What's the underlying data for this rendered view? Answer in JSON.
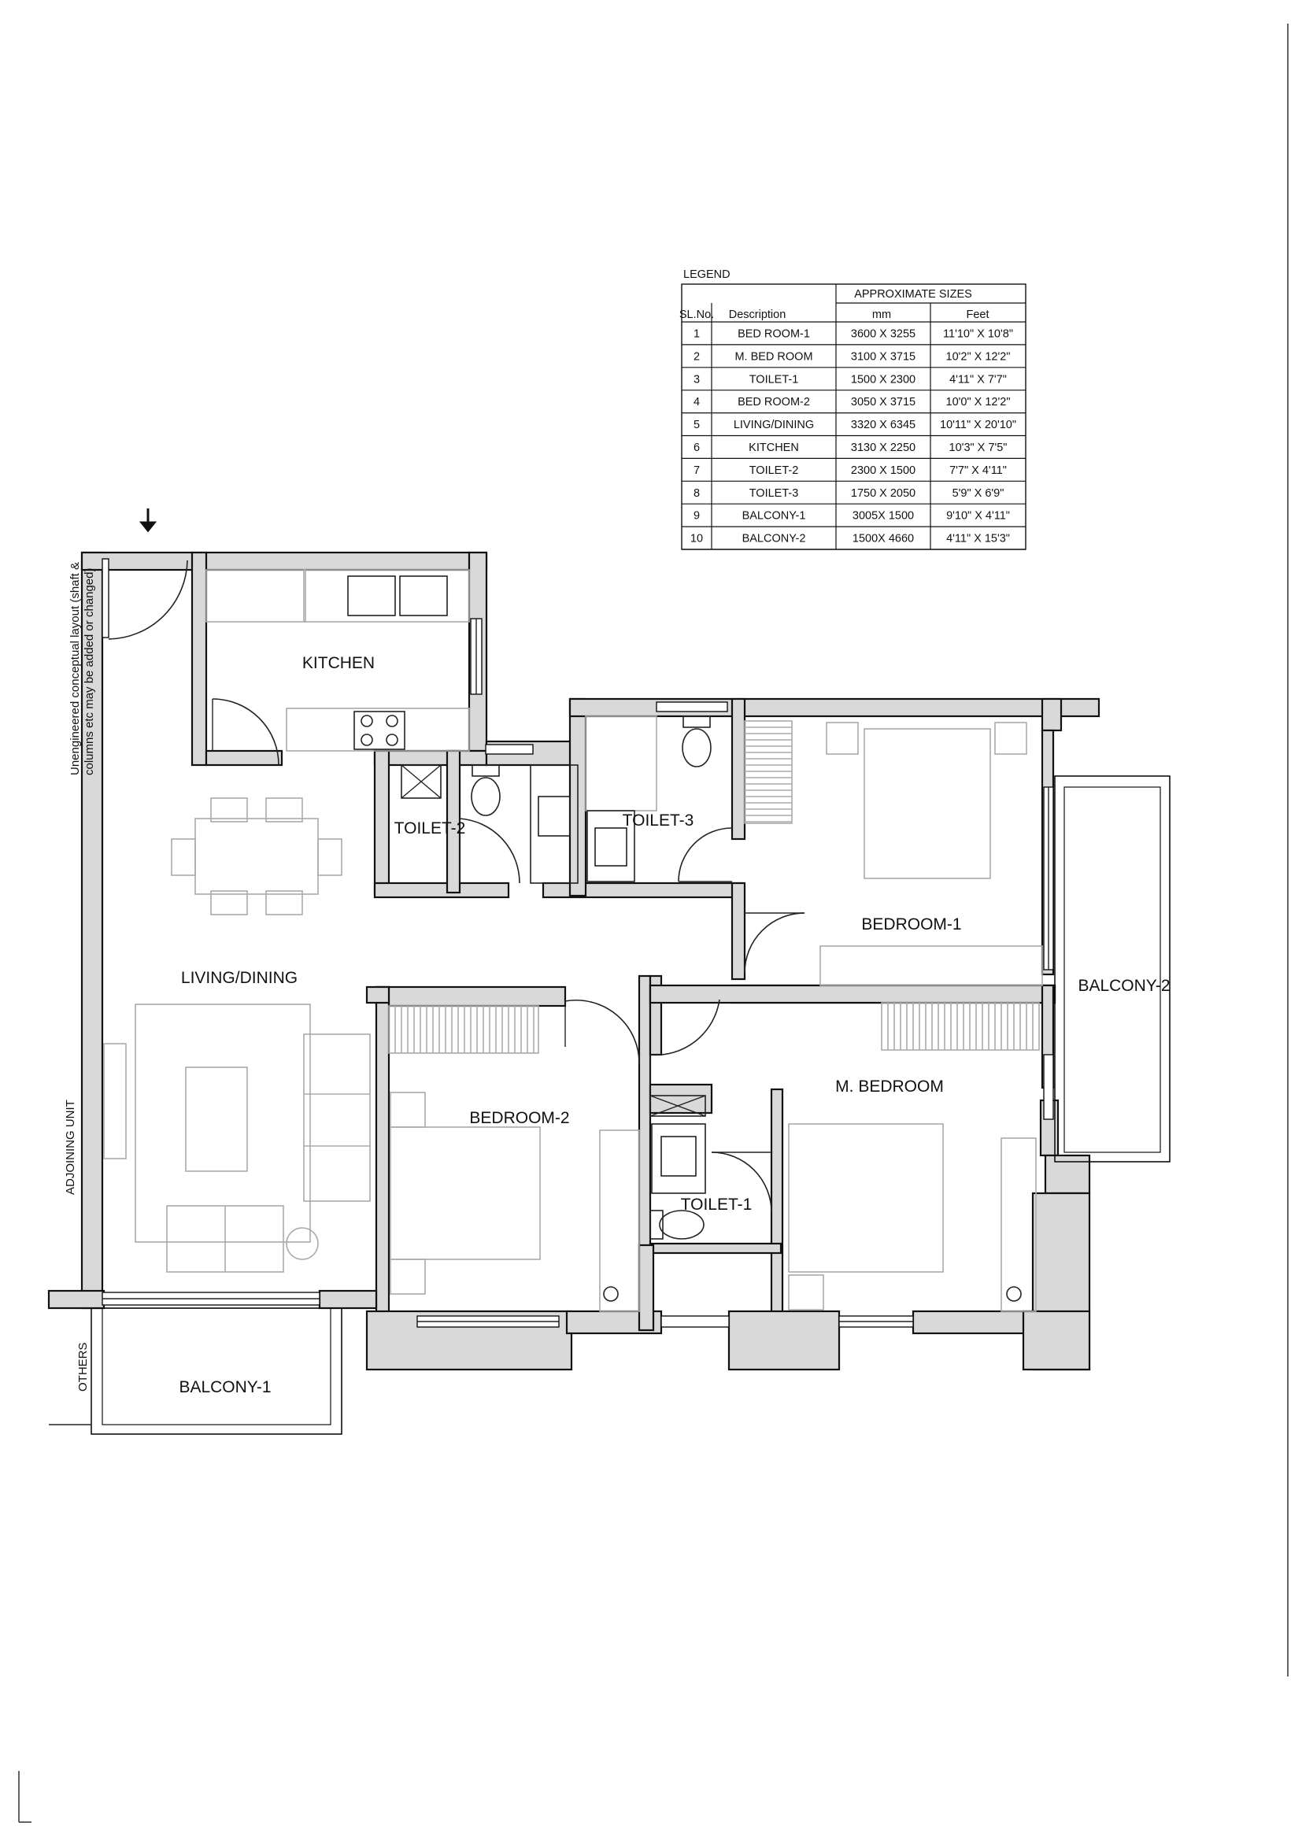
{
  "legend": {
    "title": "LEGEND",
    "header_group": "APPROXIMATE SIZES",
    "columns": [
      "SL.No.",
      "Description",
      "mm",
      "Feet"
    ],
    "rows": [
      {
        "sl": "1",
        "desc": "BED ROOM-1",
        "mm": "3600 X 3255",
        "ft": "11'10\" X 10'8\""
      },
      {
        "sl": "2",
        "desc": "M. BED ROOM",
        "mm": "3100 X 3715",
        "ft": "10'2\" X 12'2\""
      },
      {
        "sl": "3",
        "desc": "TOILET-1",
        "mm": "1500 X 2300",
        "ft": "4'11\" X 7'7\""
      },
      {
        "sl": "4",
        "desc": "BED ROOM-2",
        "mm": "3050 X 3715",
        "ft": "10'0\" X 12'2\""
      },
      {
        "sl": "5",
        "desc": "LIVING/DINING",
        "mm": "3320 X 6345",
        "ft": "10'11\" X 20'10\""
      },
      {
        "sl": "6",
        "desc": "KITCHEN",
        "mm": "3130 X 2250",
        "ft": "10'3\" X 7'5\""
      },
      {
        "sl": "7",
        "desc": "TOILET-2",
        "mm": "2300 X 1500",
        "ft": "7'7\" X 4'11\""
      },
      {
        "sl": "8",
        "desc": "TOILET-3",
        "mm": "1750 X 2050",
        "ft": "5'9\" X 6'9\""
      },
      {
        "sl": "9",
        "desc": "BALCONY-1",
        "mm": "3005X 1500",
        "ft": "9'10\" X 4'11\""
      },
      {
        "sl": "10",
        "desc": "BALCONY-2",
        "mm": "1500X 4660",
        "ft": "4'11\" X 15'3\""
      }
    ]
  },
  "rooms": {
    "kitchen": "KITCHEN",
    "toilet2": "TOILET-2",
    "toilet3": "TOILET-3",
    "bedroom1": "BEDROOM-1",
    "balcony2": "BALCONY-2",
    "living": "LIVING/DINING",
    "bedroom2": "BEDROOM-2",
    "master": "M. BEDROOM",
    "toilet1": "TOILET-1",
    "balcony1": "BALCONY-1"
  },
  "side_labels": {
    "note_line1": "Unengineered conceptual layout (shaft &",
    "note_line2": "columns etc may be added or changed)",
    "adjoining": "ADJOINING UNIT",
    "others": "OTHERS"
  },
  "icons": [
    "entry-arrow-icon",
    "door-swing-icon",
    "toilet-icon",
    "sink-icon",
    "stove-icon",
    "bed-icon",
    "sofa-icon",
    "dining-table-icon"
  ]
}
